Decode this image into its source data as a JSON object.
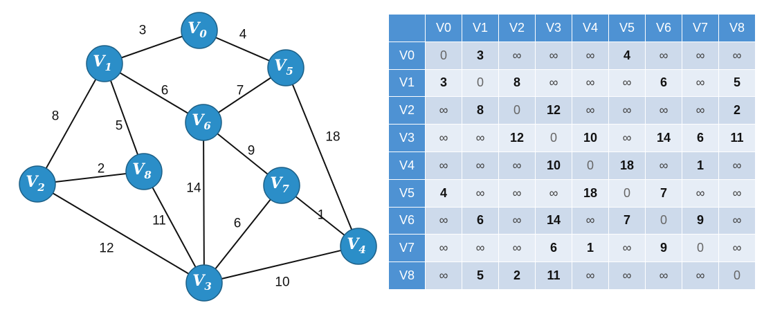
{
  "graph": {
    "nodes": [
      {
        "id": "V0",
        "letter": "V",
        "sub": "0"
      },
      {
        "id": "V1",
        "letter": "V",
        "sub": "1"
      },
      {
        "id": "V2",
        "letter": "V",
        "sub": "2"
      },
      {
        "id": "V3",
        "letter": "V",
        "sub": "3"
      },
      {
        "id": "V4",
        "letter": "V",
        "sub": "4"
      },
      {
        "id": "V5",
        "letter": "V",
        "sub": "5"
      },
      {
        "id": "V6",
        "letter": "V",
        "sub": "6"
      },
      {
        "id": "V7",
        "letter": "V",
        "sub": "7"
      },
      {
        "id": "V8",
        "letter": "V",
        "sub": "8"
      }
    ],
    "edges": [
      {
        "from": "V1",
        "to": "V0",
        "weight": "3"
      },
      {
        "from": "V0",
        "to": "V5",
        "weight": "4"
      },
      {
        "from": "V1",
        "to": "V6",
        "weight": "6"
      },
      {
        "from": "V6",
        "to": "V5",
        "weight": "7"
      },
      {
        "from": "V1",
        "to": "V2",
        "weight": "8"
      },
      {
        "from": "V1",
        "to": "V8",
        "weight": "5"
      },
      {
        "from": "V5",
        "to": "V4",
        "weight": "18"
      },
      {
        "from": "V6",
        "to": "V7",
        "weight": "9"
      },
      {
        "from": "V2",
        "to": "V8",
        "weight": "2"
      },
      {
        "from": "V6",
        "to": "V3",
        "weight": "14"
      },
      {
        "from": "V8",
        "to": "V3",
        "weight": "11"
      },
      {
        "from": "V7",
        "to": "V3",
        "weight": "6"
      },
      {
        "from": "V7",
        "to": "V4",
        "weight": "1"
      },
      {
        "from": "V2",
        "to": "V3",
        "weight": "12"
      },
      {
        "from": "V3",
        "to": "V4",
        "weight": "10"
      }
    ]
  },
  "matrix": {
    "headers": [
      "V0",
      "V1",
      "V2",
      "V3",
      "V4",
      "V5",
      "V6",
      "V7",
      "V8"
    ],
    "rows": [
      {
        "label": "V0",
        "cells": [
          "0",
          "3",
          "∞",
          "∞",
          "∞",
          "4",
          "∞",
          "∞",
          "∞"
        ]
      },
      {
        "label": "V1",
        "cells": [
          "3",
          "0",
          "8",
          "∞",
          "∞",
          "∞",
          "6",
          "∞",
          "5"
        ]
      },
      {
        "label": "V2",
        "cells": [
          "∞",
          "8",
          "0",
          "12",
          "∞",
          "∞",
          "∞",
          "∞",
          "2"
        ]
      },
      {
        "label": "V3",
        "cells": [
          "∞",
          "∞",
          "12",
          "0",
          "10",
          "∞",
          "14",
          "6",
          "11"
        ]
      },
      {
        "label": "V4",
        "cells": [
          "∞",
          "∞",
          "∞",
          "10",
          "0",
          "18",
          "∞",
          "1",
          "∞"
        ]
      },
      {
        "label": "V5",
        "cells": [
          "4",
          "∞",
          "∞",
          "∞",
          "18",
          "0",
          "7",
          "∞",
          "∞"
        ]
      },
      {
        "label": "V6",
        "cells": [
          "∞",
          "6",
          "∞",
          "14",
          "∞",
          "7",
          "0",
          "9",
          "∞"
        ]
      },
      {
        "label": "V7",
        "cells": [
          "∞",
          "∞",
          "∞",
          "6",
          "1",
          "∞",
          "9",
          "0",
          "∞"
        ]
      },
      {
        "label": "V8",
        "cells": [
          "∞",
          "5",
          "2",
          "11",
          "∞",
          "∞",
          "∞",
          "∞",
          "0"
        ]
      }
    ]
  },
  "colors": {
    "node_fill": "#2b8ec8",
    "header_fill": "#4e92d3",
    "row_odd_fill": "#cddaeb",
    "row_even_fill": "#e6edf6"
  }
}
